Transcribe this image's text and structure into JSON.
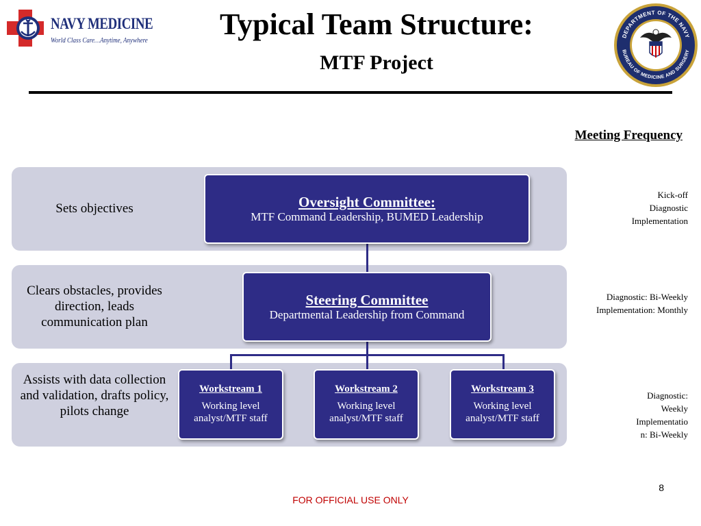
{
  "header": {
    "logo": {
      "name": "NAVY MEDICINE",
      "tagline": "World Class Care…Anytime, Anywhere",
      "icon": "anchor-cross-icon"
    },
    "title": "Typical Team Structure:",
    "subtitle": "MTF Project",
    "seal": {
      "icon": "bureau-seal-icon",
      "ring_text_top": "DEPARTMENT OF THE NAVY",
      "ring_text_bottom": "BUREAU OF MEDICINE AND SURGERY"
    }
  },
  "meeting_frequency_label": "Meeting Frequency",
  "tiers": [
    {
      "role": "Sets objectives",
      "committee_title": "Oversight Committee:",
      "committee_members": "MTF Command Leadership, BUMED Leadership",
      "frequency": "Kick-off\nDiagnostic\nImplementation"
    },
    {
      "role": "Clears obstacles, provides direction, leads communication plan",
      "committee_title": "Steering Committee",
      "committee_members": "Departmental Leadership from Command",
      "frequency": "Diagnostic: Bi-Weekly\nImplementation:  Monthly"
    },
    {
      "role": "Assists with data collection and validation, drafts policy, pilots change",
      "workstreams": [
        {
          "title": "Workstream 1",
          "members": "Working level analyst/MTF staff"
        },
        {
          "title": "Workstream 2",
          "members": "Working level analyst/MTF staff"
        },
        {
          "title": "Workstream 3",
          "members": "Working level analyst/MTF staff"
        }
      ],
      "frequency": "Diagnostic:\nWeekly\nImplementatio\nn: Bi-Weekly"
    }
  ],
  "page_number": "8",
  "footer": "FOR OFFICIAL USE ONLY",
  "colors": {
    "box_fill": "#2e2c86",
    "band_fill": "#cfd0df",
    "footer_text": "#c00000",
    "brand_blue": "#1f2f7a"
  }
}
